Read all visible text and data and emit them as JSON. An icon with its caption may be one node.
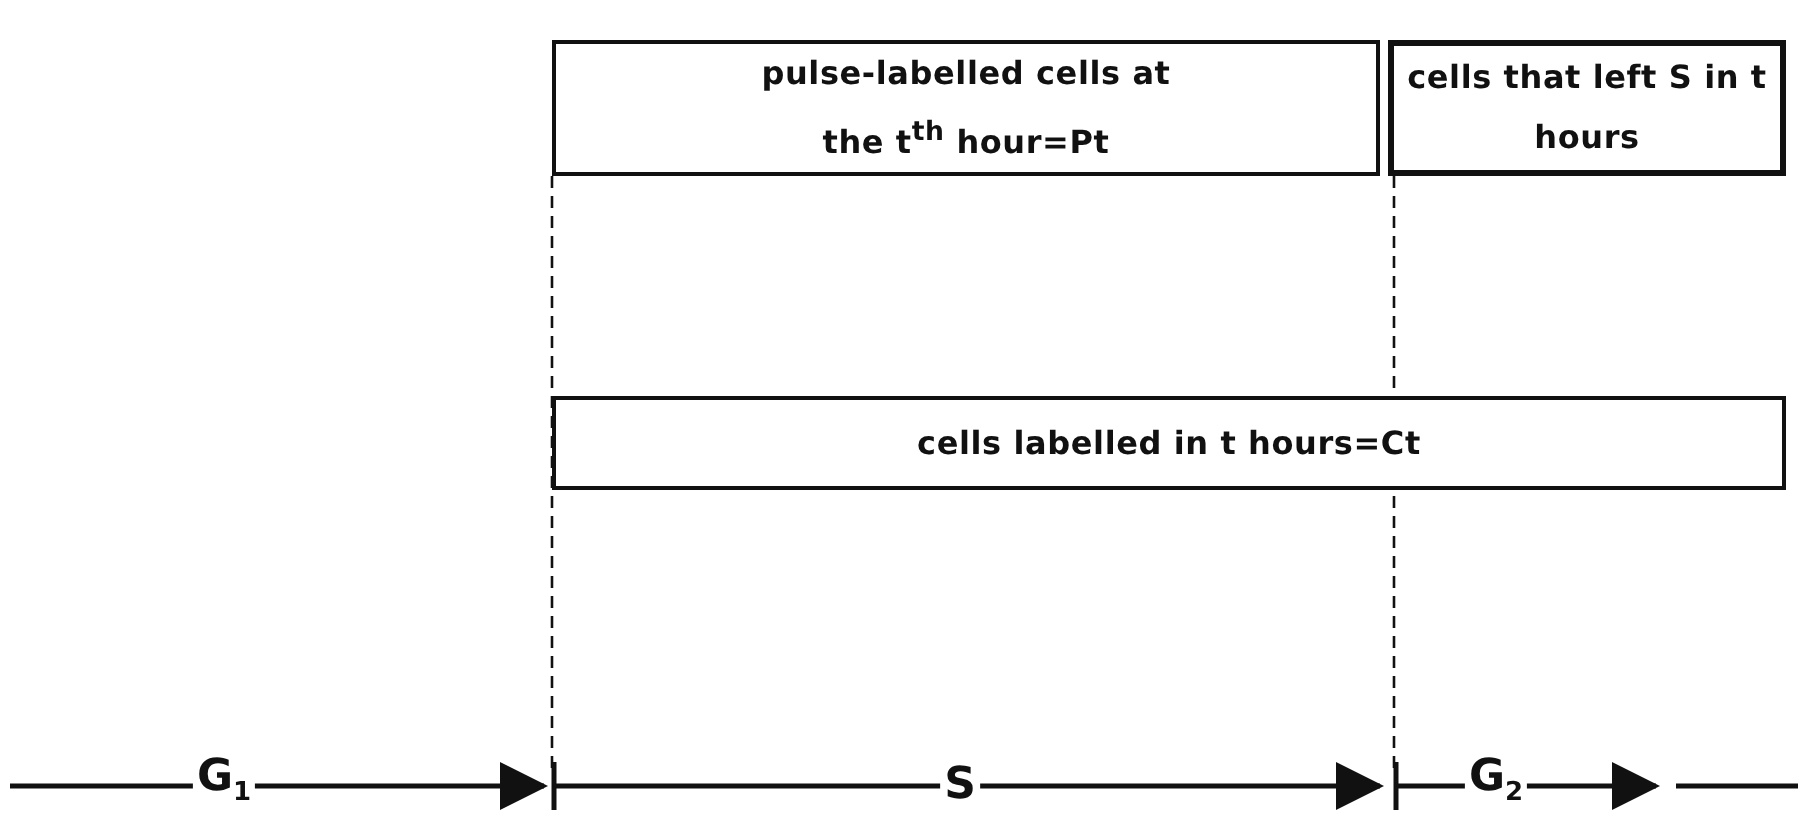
{
  "diagram": {
    "nodes": [
      {
        "text": [
          "pulse-labelled cells at the t$^{th}$ hour=Pt"
        ]
      },
      {
        "text": [
          "cells that left S in t hours"
        ]
      },
      {
        "text": [
          "cells labelled in t hours=Ct"
        ]
      }
    ],
    "labels": [
      "G$_{1}$",
      "S",
      "G$_{2}$"
    ]
  }
}
